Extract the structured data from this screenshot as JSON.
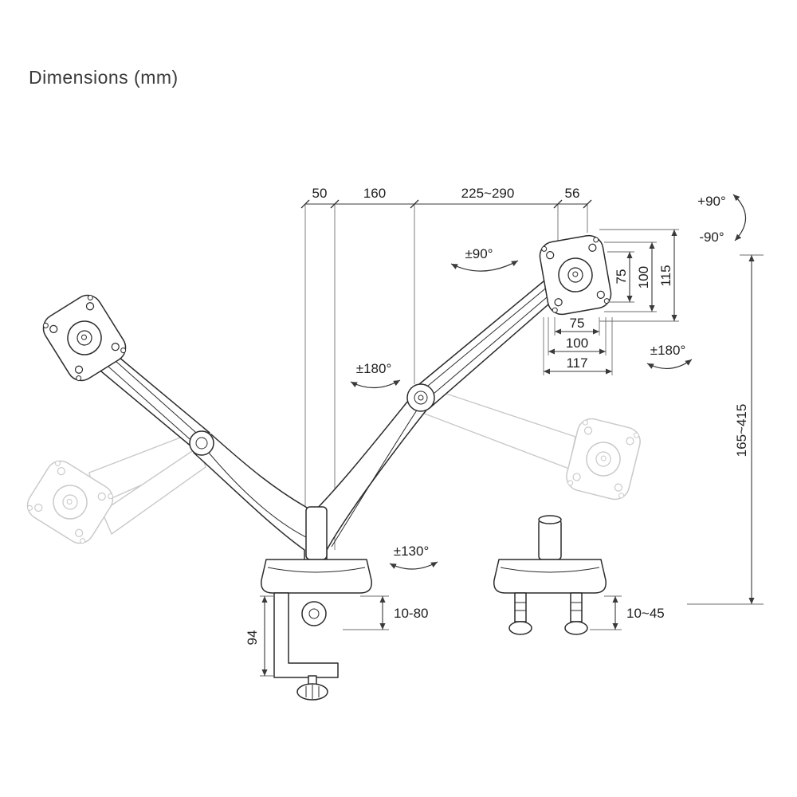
{
  "title": "Dimensions (mm)",
  "dims": {
    "top_offset": "50",
    "top_arm1": "160",
    "top_arm2": "225~290",
    "top_plate": "56",
    "rotate_plus": "+90°",
    "rotate_minus": "-90°",
    "tilt": "±90°",
    "vesa_v_75": "75",
    "vesa_v_100": "100",
    "plate_height": "115",
    "vesa_h_75": "75",
    "vesa_h_100": "100",
    "plate_width": "117",
    "swivel_mid": "±180°",
    "swivel_plate": "±180°",
    "height_range": "165~415",
    "swivel_base": "±130°",
    "clamp_thickness": "10-80",
    "clamp_height": "94",
    "grommet_thickness": "10~45"
  }
}
